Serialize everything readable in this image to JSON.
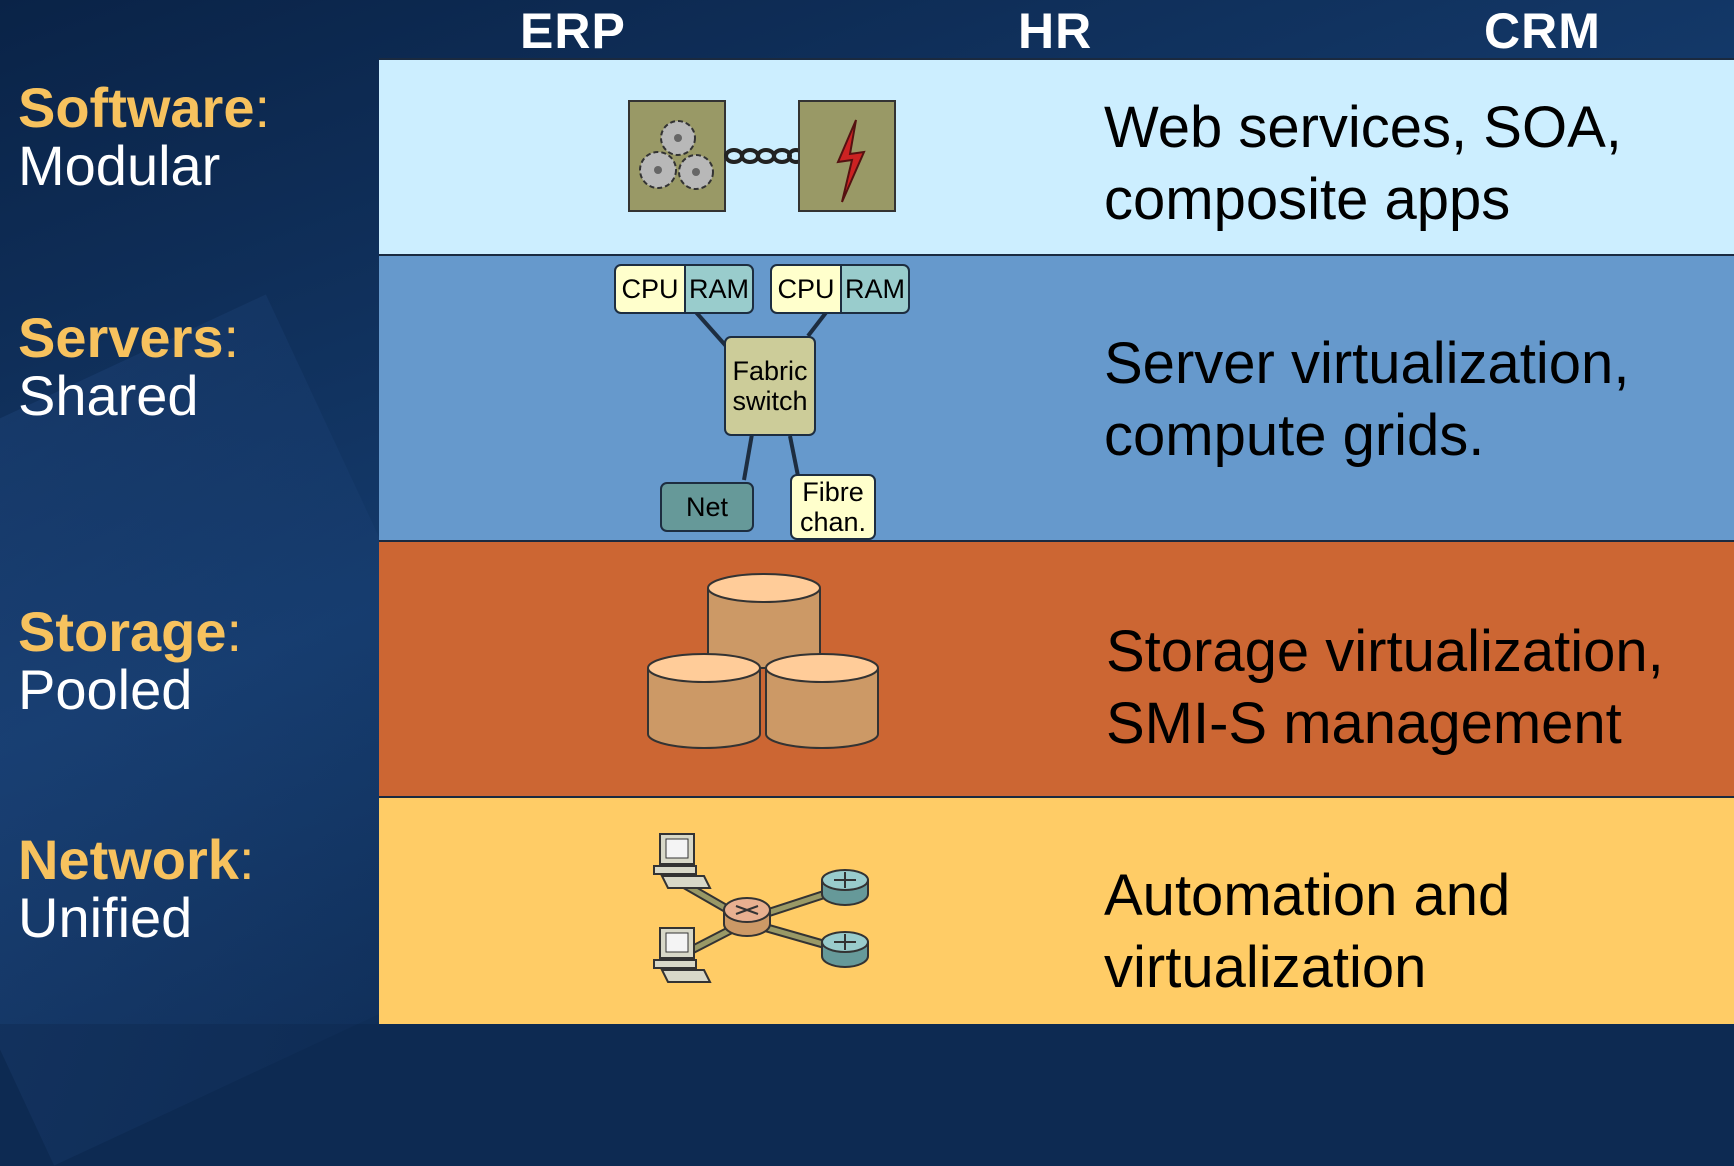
{
  "columns": [
    "ERP",
    "HR",
    "CRM"
  ],
  "rows": [
    {
      "key": "Software",
      "colon": ":",
      "value": "Modular",
      "lines": [
        "Web services, SOA,",
        "composite apps"
      ],
      "color": "#cceeff"
    },
    {
      "key": "Servers",
      "colon": ":",
      "value": "Shared",
      "lines": [
        "Server virtualization,",
        "compute grids."
      ],
      "color": "#6699cc"
    },
    {
      "key": "Storage",
      "colon": ":",
      "value": "Pooled",
      "lines": [
        "Storage virtualization,",
        "SMI-S management"
      ],
      "color": "#cc6633"
    },
    {
      "key": "Network",
      "colon": ":",
      "value": "Unified",
      "lines": [
        "Automation and",
        "virtualization"
      ],
      "color": "#ffcc66"
    }
  ],
  "server_diagram": {
    "cpu": "CPU",
    "ram": "RAM",
    "switch_lines": [
      "Fabric",
      "switch"
    ],
    "net": "Net",
    "fibre_lines": [
      "Fibre",
      "chan."
    ]
  },
  "colors": {
    "background": "#0d2a52",
    "label_accent": "#f7c25e",
    "module_box": "#999966",
    "switch_box": "#cccc99",
    "cpu_box": "#ffffcc",
    "ram_box": "#99cccc",
    "net_box": "#669999",
    "disk": "#cc9966",
    "disk_top": "#ffcc99"
  },
  "icons": [
    "gears-icon",
    "chain-icon",
    "lightning-icon",
    "database-icon",
    "computer-icon",
    "router-icon"
  ]
}
